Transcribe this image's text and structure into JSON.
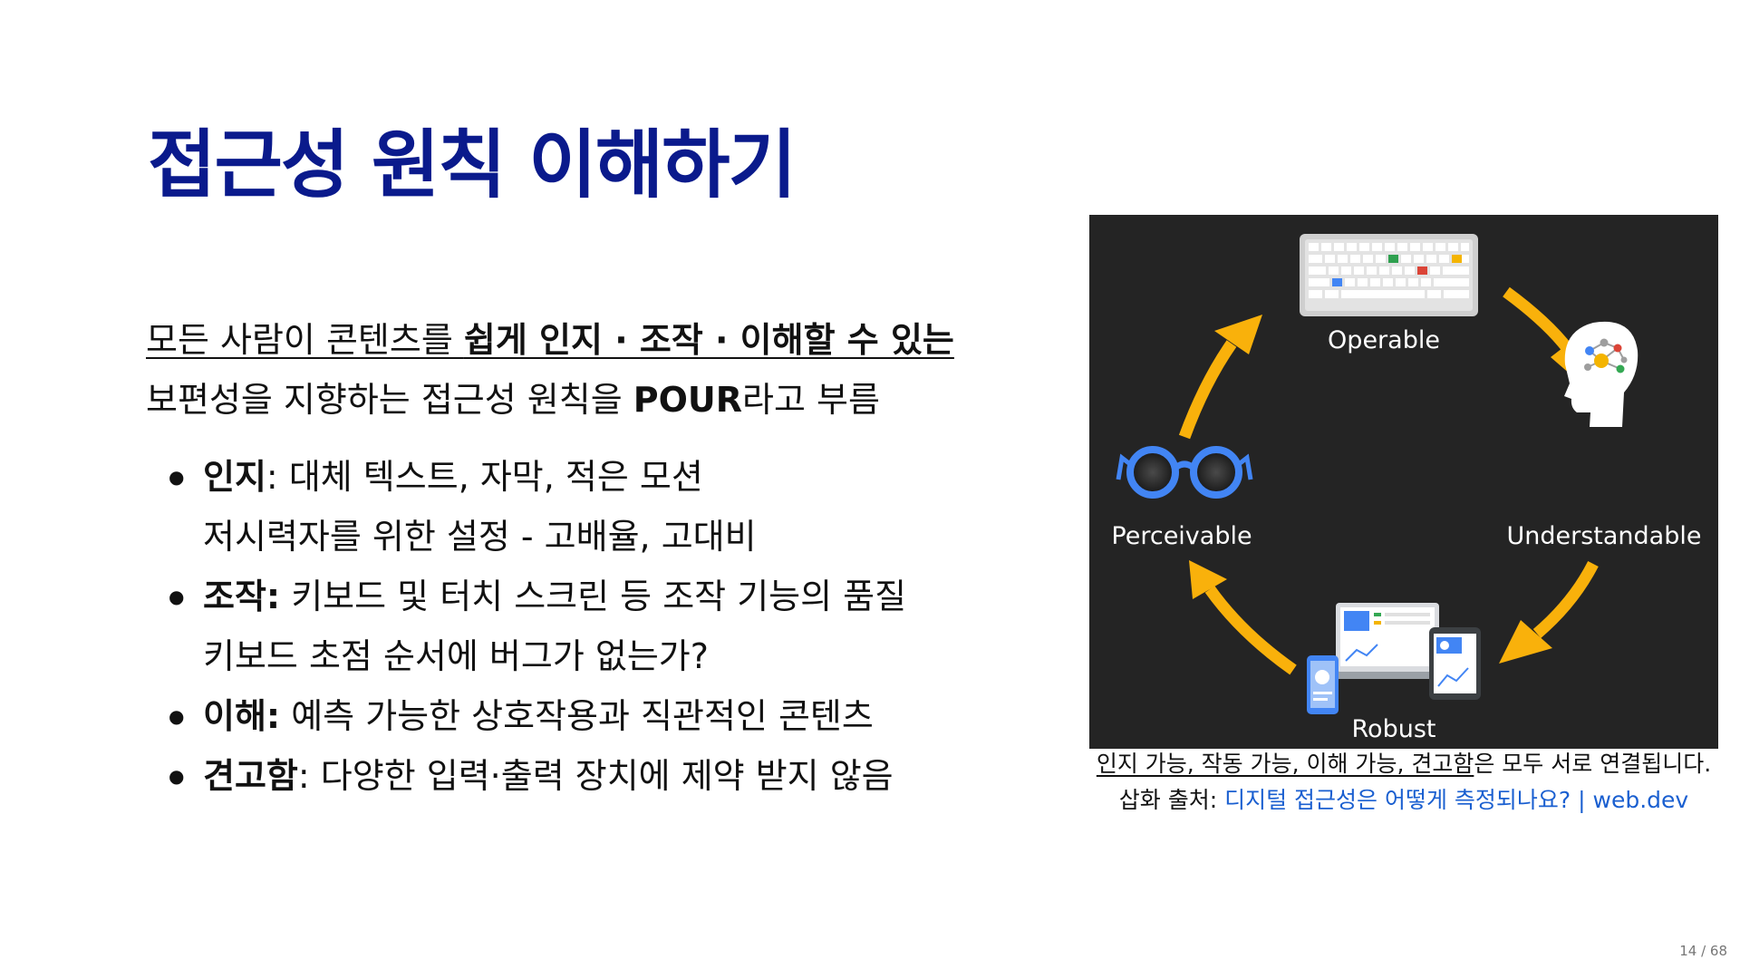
{
  "slide": {
    "title": "접근성 원칙 이해하기",
    "intro": {
      "line1_underlined": "모든 사람이 콘텐츠를 ",
      "line1_bold_underlined": "쉽게 인지 · 조작 · 이해할 수 있는",
      "line2_part1": "보편성을 지향하는 접근성 원칙을 ",
      "line2_bold": "POUR",
      "line2_part2": "라고 부름"
    },
    "bullets": [
      {
        "term": "인지",
        "sep": ": ",
        "text": "대체 텍스트, 자막, 적은 모션",
        "sub": "저시력자를 위한 설정 - 고배율, 고대비"
      },
      {
        "term": "조작:",
        "sep": " ",
        "text": "키보드 및 터치 스크린 등 조작 기능의 품질",
        "sub": "키보드 초점 순서에 버그가 없는가?"
      },
      {
        "term": "이해:",
        "sep": " ",
        "text": "예측 가능한 상호작용과 직관적인 콘텐츠",
        "sub": ""
      },
      {
        "term": "견고함",
        "sep": ": ",
        "text": "다양한 입력·출력 장치에 제약 받지 않음",
        "sub": ""
      }
    ],
    "figure": {
      "labels": {
        "operable": "Operable",
        "understandable": "Understandable",
        "robust": "Robust",
        "perceivable": "Perceivable"
      },
      "icons": [
        "keyboard-icon",
        "head-brain-icon",
        "devices-icon",
        "glasses-icon",
        "cycle-arrow-icon"
      ],
      "colors": {
        "background": "#242424",
        "arrow": "#f9b10b",
        "label": "#ffffff"
      }
    },
    "caption": {
      "underlined": "인지 가능, 작동 가능, 이해 가능, 견고함",
      "rest": "은 모두 서로 연결됩니다.",
      "source_label": "삽화 출처: ",
      "source_link": "디지털 접근성은 어떻게 측정되나요? | web.dev"
    },
    "page_number": "14 / 68",
    "colors": {
      "title": "#0a1a8c",
      "link": "#1a5fd0"
    }
  }
}
